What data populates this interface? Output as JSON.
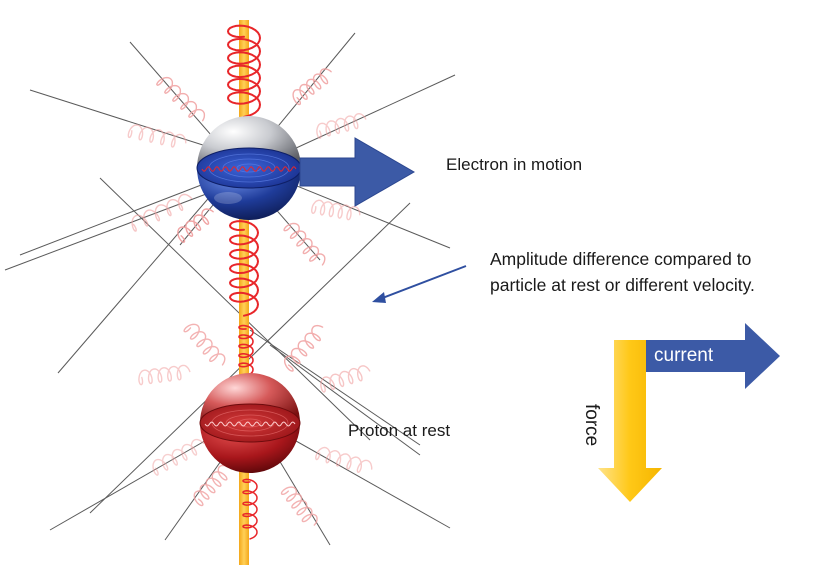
{
  "labels": {
    "electron": "Electron in motion",
    "proton": "Proton at rest",
    "amplitude_line1": "Amplitude difference compared to",
    "amplitude_line2": "particle at rest or different velocity.",
    "current": "current",
    "force": "force"
  },
  "colors": {
    "axis": "#f6b62a",
    "wave": "#e8262a",
    "wave_faint": "#f0a0a0",
    "line": "#555555",
    "electron": "#1f3c9a",
    "proton": "#b51d22",
    "arrow_blue": "#3c5aa6",
    "arrow_yellow": "#ffc817"
  },
  "icons": {
    "electron": "blue-sphere-icon",
    "proton": "red-sphere-icon",
    "motion_arrow": "right-arrow-icon",
    "pointer_arrow": "pointer-arrow-icon"
  }
}
